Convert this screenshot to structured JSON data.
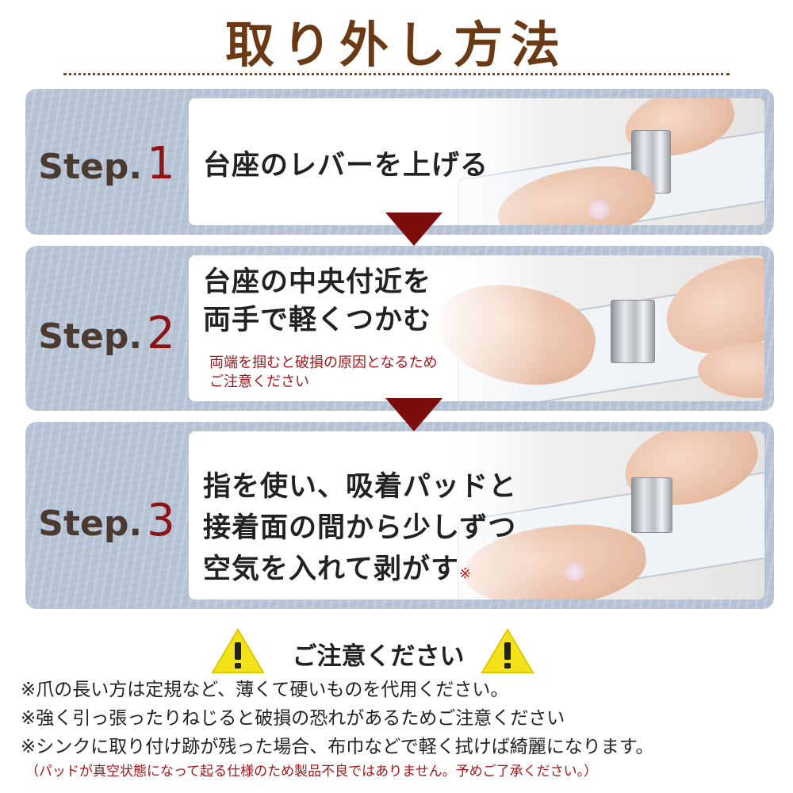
{
  "title": "取り外し方法",
  "steps": [
    {
      "label": "Step.",
      "number": "1",
      "text": "台座のレバーを上げる"
    },
    {
      "label": "Step.",
      "number": "2",
      "text_line1": "台座の中央付近を",
      "text_line2": "両手で軽くつかむ",
      "note_line1": "両端を掴むと破損の原因となるため",
      "note_line2": "ご注意ください"
    },
    {
      "label": "Step.",
      "number": "3",
      "text_line1": "指を使い、吸着パッドと",
      "text_line2": "接着面の間から少しずつ",
      "text_line3": "空気を入れて剥がす",
      "mark": "※"
    }
  ],
  "caution": {
    "title": "ご注意ください",
    "items": [
      "※爪の長い方は定規など、薄くて硬いものを代用ください。",
      "※強く引っ張ったりねじると破損の恐れがあるためご注意ください",
      "※シンクに取り付け跡が残った場合、布巾などで軽く拭けば綺麗になります。"
    ],
    "footnote": "（パッドが真空状態になって起る仕様のため製品不良ではありません。予めご了承ください。）"
  },
  "colors": {
    "title": "#6b3a14",
    "step_number": "#8e1414",
    "arrow": "#7d0c0c",
    "note_red": "#a2171b",
    "panel_bg": "#b7c4d6",
    "warning_yellow": "#f2e21a"
  },
  "icons": [
    "warning-triangle-icon",
    "down-arrow-icon"
  ]
}
